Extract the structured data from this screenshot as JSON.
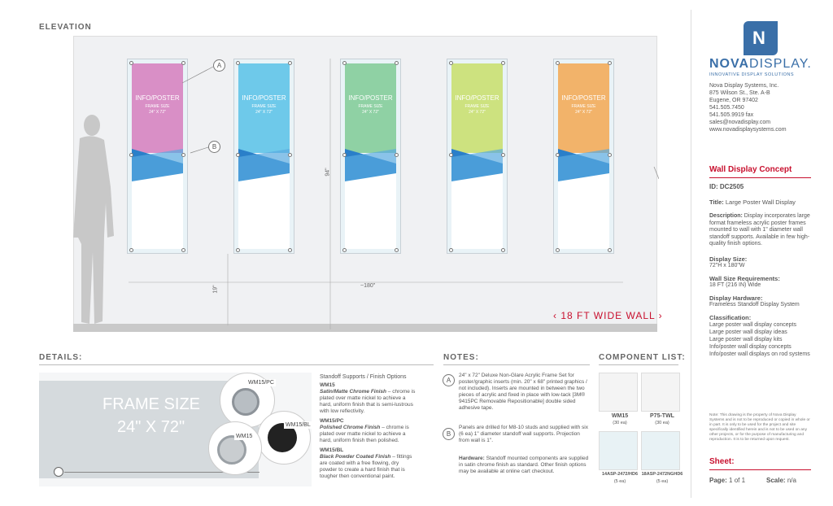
{
  "elevation": {
    "title": "ELEVATION"
  },
  "posters": [
    {
      "label": "INFO/POSTER",
      "sub1": "FRAME SIZE",
      "sub2": "24\" X 72\"",
      "color": "#d98fc6"
    },
    {
      "label": "INFO/POSTER",
      "sub1": "FRAME SIZE",
      "sub2": "24\" X 72\"",
      "color": "#6ec9ea"
    },
    {
      "label": "INFO/POSTER",
      "sub1": "FRAME SIZE",
      "sub2": "24\" X 72\"",
      "color": "#8fd1a4"
    },
    {
      "label": "INFO/POSTER",
      "sub1": "FRAME SIZE",
      "sub2": "24\" X 72\"",
      "color": "#cde27f"
    },
    {
      "label": "INFO/POSTER",
      "sub1": "FRAME SIZE",
      "sub2": "24\" X 72\"",
      "color": "#f2b36a"
    }
  ],
  "callouts": {
    "a": "A",
    "b": "B"
  },
  "dimensions": {
    "height": "94\"",
    "floor": "19\"",
    "width": "~180\""
  },
  "wall_label": "18 FT WIDE WALL",
  "details": {
    "title": "DETAILS:",
    "frame_line1": "FRAME SIZE",
    "frame_line2": "24\" X 72\"",
    "badges": {
      "wm15pc": "WM15/PC",
      "wm15bl": "WM15/BL",
      "wm15": "WM15"
    },
    "standoff_title": "Standoff Supports / Finish Options",
    "options": [
      {
        "code": "WM15",
        "finish": "Satin/Matte Chrome Finish",
        "desc": " – chrome is plated over matte nickel to achieve a hard, uniform finish that is semi-lustrous with low reflectivity."
      },
      {
        "code": "WM15/PC",
        "finish": "Polished Chrome Finish",
        "desc": " – chrome is plated over matte nickel to achieve a hard, uniform finish then polished."
      },
      {
        "code": "WM15/BL",
        "finish": "Black Powder Coated Finish",
        "desc": " – fittings are coated with a free flowing, dry powder to create a hard finish that is tougher then conventional paint."
      }
    ]
  },
  "notes": {
    "title": "NOTES:",
    "a_text": "24\" x 72\" Deluxe Non-Glare Acrylic Frame Set for poster/graphic inserts (min. 20\" x 68\" printed graphics / not included). Inserts are mounted in between the two pieces of acrylic and fixed in place with low-tack [3M® 9415PC Removable Repositionable] double sided adhesive tape.",
    "b_text": "Panels are drilled for M8-10 studs and supplied with six (6 ea) 1\" diameter standoff wall supports. Projection from wall is 1\".",
    "hardware_label": "Hardware:",
    "hardware_text": " Standoff mounted components are supplied in satin chrome finish as standard. Other finish options may be available at online cart checkout."
  },
  "components": {
    "title": "COMPONENT LIST:",
    "items": [
      {
        "name": "WM15",
        "qty": "(30 ea)"
      },
      {
        "name": "P75-TWL",
        "qty": "(30 ea)"
      },
      {
        "name": "14ASP-2472/HD6",
        "qty": "(5 ea)"
      },
      {
        "name": "18ASP-2472NGHD6",
        "qty": "(5 ea)"
      }
    ]
  },
  "brand": {
    "name_bold": "NOVA",
    "name_light": "DISPLAY.",
    "tagline": "INNOVATIVE DISPLAY SOLUTIONS",
    "address": [
      "Nova Display Systems, Inc.",
      "875 Wilson St., Ste. A-B",
      "Eugene, OR 97402",
      "541.505.7450",
      "541.505.9919 fax",
      "sales@novadisplay.com",
      "www.novadisplaysystems.com"
    ]
  },
  "concept": {
    "heading": "Wall Display Concept",
    "id_label": "ID:",
    "id_value": "DC2505",
    "title_label": "Title:",
    "title_value": "Large Poster Wall Display",
    "desc_label": "Description:",
    "desc_value": "Display incorporates large format frameless acrylic poster frames mounted to wall with 1\" diameter wall standoff supports. Available in few high-quality finish options.",
    "size_label": "Display Size:",
    "size_value": "72\"H x 180\"W",
    "wall_label": "Wall Size Requirements:",
    "wall_value": "18 FT (216 IN) Wide",
    "hw_label": "Display Hardware:",
    "hw_value": "Frameless Standoff Display System",
    "class_label": "Classification:",
    "class_values": [
      "Large poster wall display concepts",
      "Large poster wall display ideas",
      "Large poster wall display kits",
      "Info/poster wall display concepts",
      "Info/poster wall displays on rod systems"
    ],
    "disclaimer": "Note: This drawing is the property of Nova Display Systems and is not to be reproduced or copied in whole or in part. It is only to be used for the project and site specifically identified herein and is not to be used on any other projects, or for the purpose of manufacturing and reproduction. It is to be returned upon request."
  },
  "sheet": {
    "heading": "Sheet:",
    "page_label": "Page:",
    "page_value": "1 of 1",
    "scale_label": "Scale:",
    "scale_value": "n/a"
  },
  "colors": {
    "accent": "#c8102e",
    "brand_blue": "#3a6fa8"
  }
}
